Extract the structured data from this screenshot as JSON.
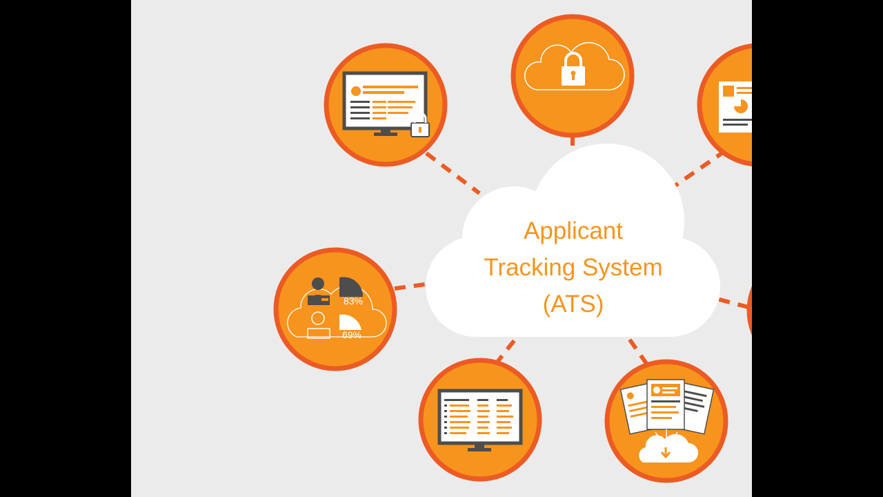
{
  "center": {
    "title_lines": [
      "Applicant",
      "Tracking System",
      "(ATS)"
    ]
  },
  "nodes": [
    {
      "id": "secure-dashboard",
      "icon": "monitor-with-lock-icon"
    },
    {
      "id": "cloud-security",
      "icon": "cloud-lock-icon"
    },
    {
      "id": "resume-parsing",
      "icon": "resume-to-clouds-icon"
    },
    {
      "id": "candidate-matching",
      "icon": "candidate-score-icon",
      "scores": [
        "83%",
        "69%"
      ]
    },
    {
      "id": "email-integration",
      "icon": "cloud-email-icon"
    },
    {
      "id": "candidate-database",
      "icon": "monitor-list-icon"
    },
    {
      "id": "resume-storage",
      "icon": "resumes-cloud-download-icon"
    }
  ],
  "colors": {
    "accent": "#f7941d",
    "ring": "#ec5b24",
    "background": "#ebebeb",
    "frame": "#000000",
    "dark": "#4d4d4d"
  }
}
